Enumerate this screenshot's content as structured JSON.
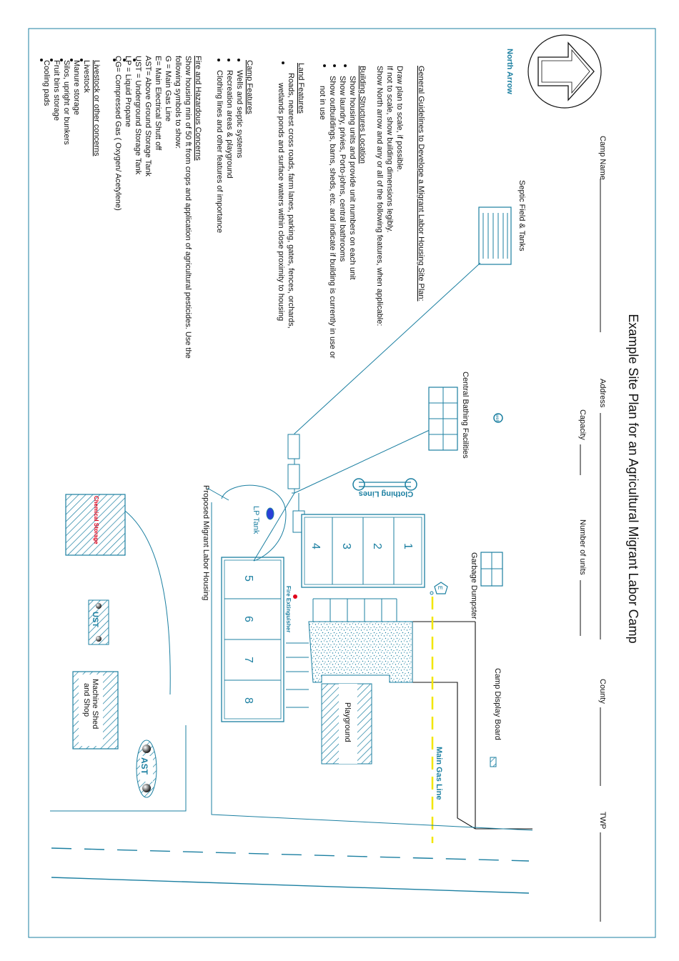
{
  "title": "Example Site Plan for an Agricultural Migrant Labor Camp",
  "header_fields": {
    "camp_name": "Camp Name",
    "address": "Address",
    "capacity": "Capacity",
    "number_of_units": "Number of units",
    "county": "County",
    "twp": "TWP"
  },
  "north_arrow_label": "North  Arrow",
  "guidelines": {
    "heading": "General Guidelines to Develope a Migrant Labor Housing Site Plan:",
    "intro": [
      "Draw plan to scale, if possible.",
      "If not to scale, show  building dimensions legibly.",
      "Show North arrow and any or all of the following features, when applicable:"
    ],
    "building_heading": "Building Structures Location",
    "building_items": [
      "Show housing units and provide unit numbers on each unit",
      "Show laundry, privies, Porto-johns, central bathrooms",
      "Show outbuildings, barns, sheds, etc. and indicate if building is currently in use or",
      "not in use"
    ],
    "land_heading": "Land Features",
    "land_items": [
      "Roads, nearest cross roads, farm lanes, parking, gates, fences, orchards,",
      "wetlands ponds and surface waters within close proximity to housing"
    ],
    "camp_heading": "Camp Features",
    "camp_items": [
      "Wells and septic systems",
      "Recreation areas & playground",
      "Clothing lines and other features of importance"
    ],
    "fire_heading": "Fire and Hazardous Concerns",
    "fire_items": [
      "Show housing min of 50 ft from crops and application of agricultural pesticides. Use the",
      "following symbols to show:",
      "G = Main Gas Line",
      "E=  Main Electrical Shutt off",
      "AST= Above Ground Storage Tank",
      "UST = Underground Storage Tank",
      "LP = Liquid Propane",
      "CG= Compressed Gas  ( Oxygen/ Acetylene)"
    ],
    "livestock_heading": "Livestock or other concerns",
    "livestock_items": [
      "Livestock",
      "Manure storage",
      "Silos, upright or bunkers",
      "Fruit bins storage",
      "Cooling pads"
    ]
  },
  "labels": {
    "septic": "Septic Field & Tanks",
    "bathing": "Central Bathing Facilities",
    "well": "well",
    "clothing_lines": "Clothing  Lines",
    "garbage": "Garbage Dumpster",
    "e_symbol": "E",
    "display_board": "Camp Display Board",
    "lp_tank": "LP Tank",
    "proposed_housing": "Proposed Migrant Labor Housing",
    "fire_extinguisher": "Fire  Extinguisher",
    "playground": "Playground",
    "gas_line": "Main  Gas  Line",
    "chemical_storage": "Chemical  Storage",
    "ust": "UST",
    "machine_shed_1": "Machine Shed",
    "machine_shed_2": "and  Shop",
    "ast": "AST"
  },
  "units_top": [
    "1",
    "2",
    "3",
    "4"
  ],
  "units_bottom": [
    "5",
    "6",
    "7",
    "8"
  ],
  "colors": {
    "structure": "#1b7fa1",
    "gas_line": "#f2e600",
    "chemical_text": "#e0001a",
    "text": "#111111"
  }
}
